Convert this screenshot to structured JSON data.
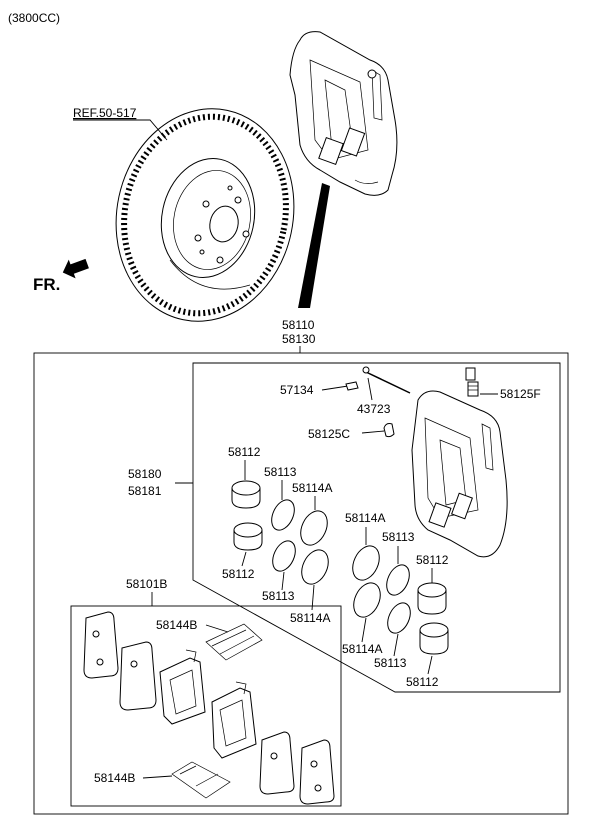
{
  "engine_note": "(3800CC)",
  "ref_label": "REF.50-517",
  "front_label": "FR.",
  "labels": {
    "caliper_assy_1": "58110",
    "caliper_assy_2": "58130",
    "lh_rh_1": "58180",
    "lh_rh_2": "58181",
    "pin_boot": "57134",
    "guide_pin": "43723",
    "bleeder": "58125F",
    "bleeder_cap": "58125C",
    "piston": "58112",
    "piston_seal": "58113",
    "dust_boot": "58114A",
    "pad_kit": "58101B",
    "anti_rattle_spring": "58144B"
  }
}
